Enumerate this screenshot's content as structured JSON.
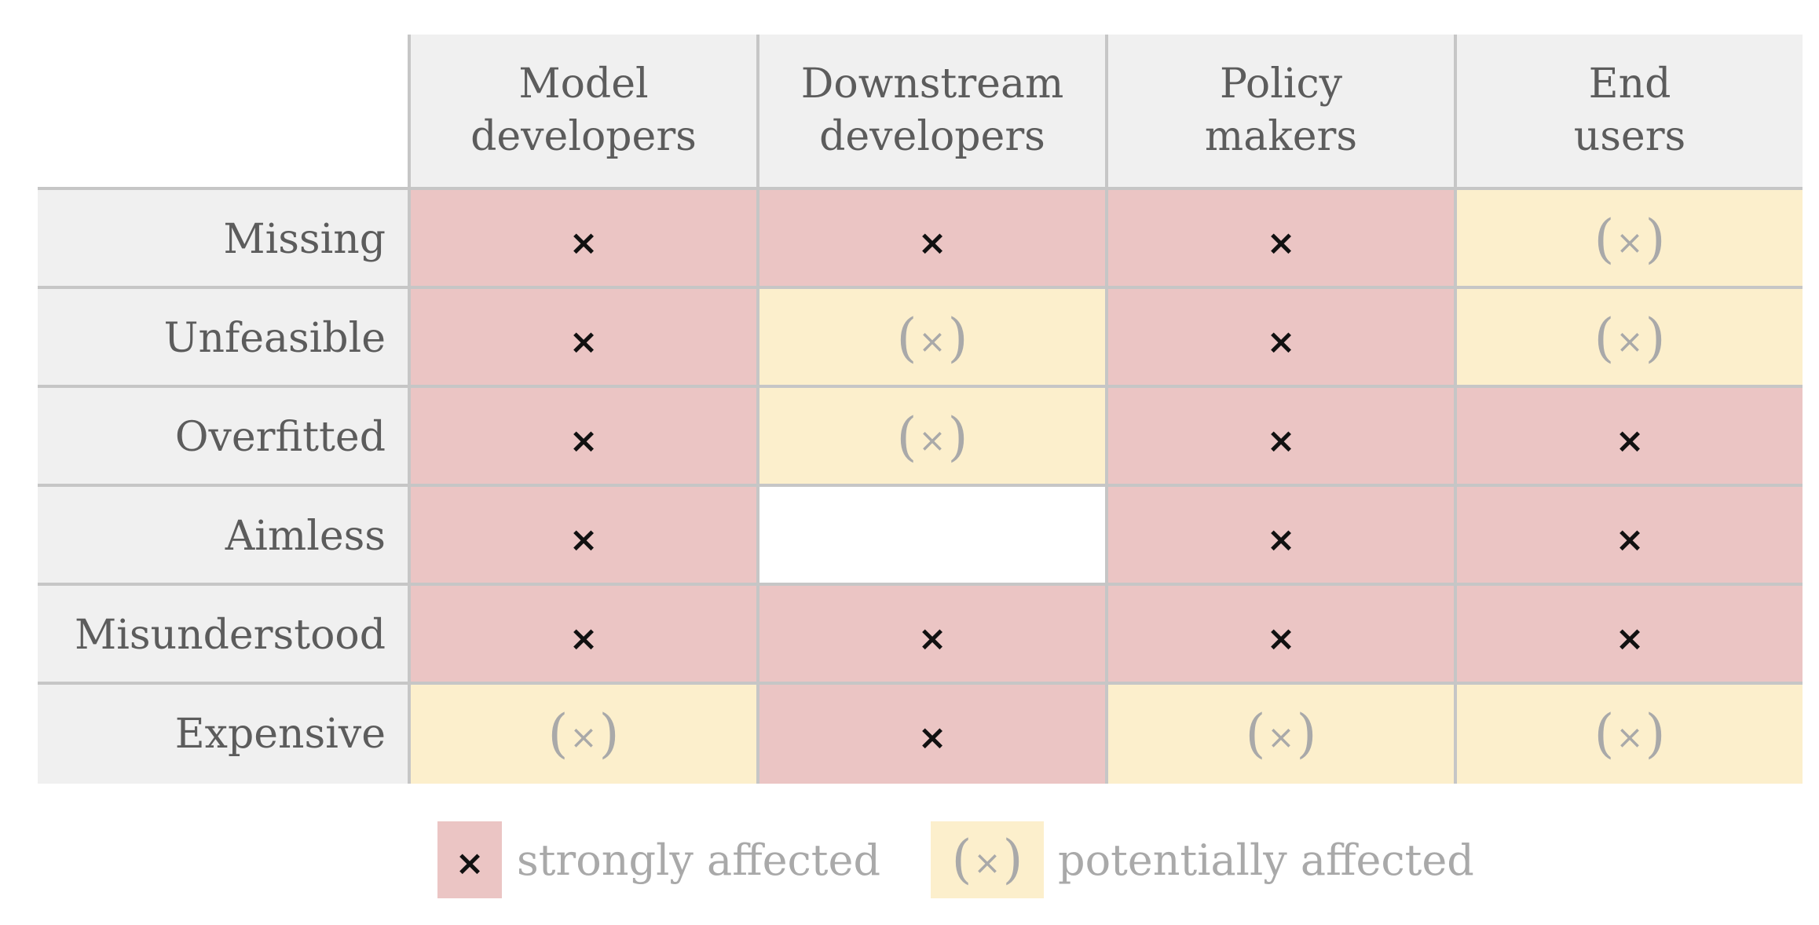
{
  "columns": [
    "Model\ndevelopers",
    "Downstream\ndevelopers",
    "Policy\nmakers",
    "End\nusers"
  ],
  "rows": [
    {
      "label": "Missing",
      "cells": [
        "strong",
        "strong",
        "strong",
        "potential"
      ]
    },
    {
      "label": "Unfeasible",
      "cells": [
        "strong",
        "potential",
        "strong",
        "potential"
      ]
    },
    {
      "label": "Overfitted",
      "cells": [
        "strong",
        "potential",
        "strong",
        "strong"
      ]
    },
    {
      "label": "Aimless",
      "cells": [
        "strong",
        "none",
        "strong",
        "strong"
      ]
    },
    {
      "label": "Misunderstood",
      "cells": [
        "strong",
        "strong",
        "strong",
        "strong"
      ]
    },
    {
      "label": "Expensive",
      "cells": [
        "potential",
        "strong",
        "potential",
        "potential"
      ]
    }
  ],
  "marks": {
    "strong": "×",
    "potential_open": "(",
    "potential_x": "×",
    "potential_close": ")"
  },
  "legend": {
    "strong_label": "strongly affected",
    "potential_label": "potentially affected"
  },
  "colors": {
    "strong": "#ebc5c4",
    "potential": "#fcefcc",
    "header": "#f0f0f0",
    "grid": "#c6c6c6"
  }
}
